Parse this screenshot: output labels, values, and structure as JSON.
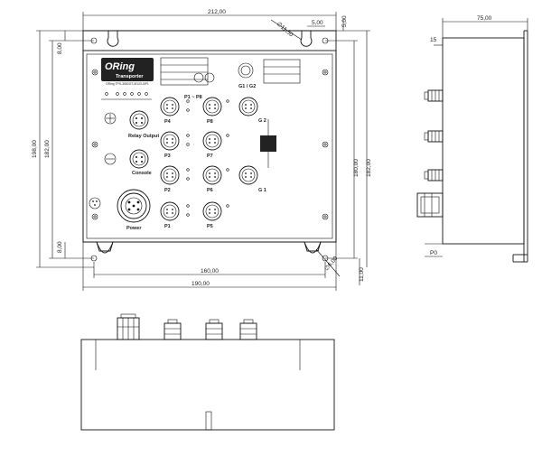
{
  "front_view": {
    "dims": {
      "top_width": "212,00",
      "right_offset": "5,00",
      "hole": "∅11,50",
      "top_margin": "5,00",
      "left_margin": "8,00",
      "overall_height": "198,00",
      "inner_height": "182,00",
      "bottom_margin": "8,00",
      "right_h1": "180,00",
      "right_h2": "182,00",
      "bottom_w1": "160,00",
      "bottom_w2": "190,00",
      "bottom_offset": "11,00",
      "slot": "∅6,00"
    },
    "logo": {
      "brand": "ORing",
      "series": "Transporter"
    },
    "model": "ORing TPS-3082GT-M12X-BP1",
    "labels": {
      "relay": "Relay Output",
      "console": "Console",
      "power": "Power",
      "p1": "P1",
      "p2": "P2",
      "p3": "P3",
      "p4": "P4",
      "p5": "P5",
      "p6": "P6",
      "p7": "P7",
      "p8": "P8",
      "g1": "G 1",
      "g2": "G 2",
      "g12": "G1 / G2",
      "p1p8": "P1 ~ P8"
    }
  },
  "side_view": {
    "dims": {
      "depth": "75,00",
      "ledge": "15",
      "base": "P0"
    }
  }
}
